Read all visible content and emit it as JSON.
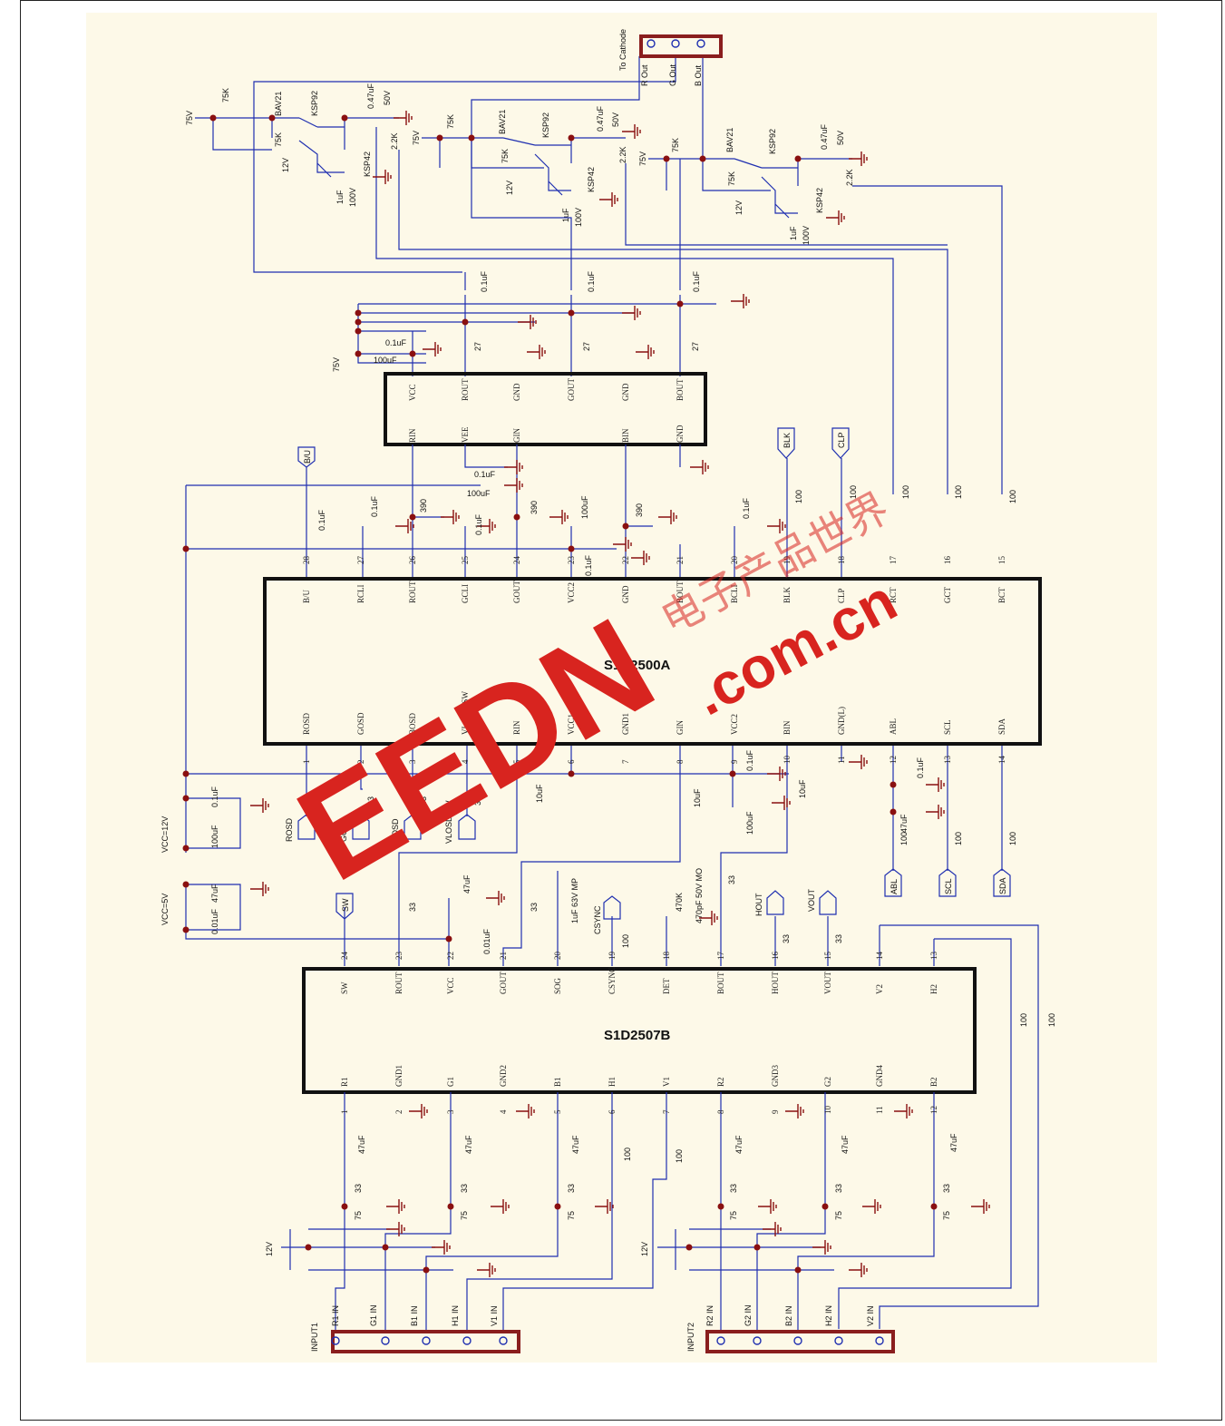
{
  "chips": {
    "ic1": {
      "name": "S1D2500A",
      "top_pins": [
        {
          "n": "28",
          "name": "B/U"
        },
        {
          "n": "27",
          "name": "RCLI"
        },
        {
          "n": "26",
          "name": "ROUT"
        },
        {
          "n": "25",
          "name": "GCLI"
        },
        {
          "n": "24",
          "name": "GOUT"
        },
        {
          "n": "23",
          "name": "VCC2"
        },
        {
          "n": "22",
          "name": "GND"
        },
        {
          "n": "21",
          "name": "BOUT"
        },
        {
          "n": "20",
          "name": "BCLI"
        },
        {
          "n": "19",
          "name": "BLK"
        },
        {
          "n": "18",
          "name": "CLP"
        },
        {
          "n": "17",
          "name": "RCT"
        },
        {
          "n": "16",
          "name": "GCT"
        },
        {
          "n": "15",
          "name": "BCT"
        }
      ],
      "bottom_pins": [
        {
          "n": "1",
          "name": "ROSD"
        },
        {
          "n": "2",
          "name": "GOSD"
        },
        {
          "n": "3",
          "name": "BOSD"
        },
        {
          "n": "4",
          "name": "VLOSD_SW"
        },
        {
          "n": "5",
          "name": "RIN"
        },
        {
          "n": "6",
          "name": "VCC1"
        },
        {
          "n": "7",
          "name": "GND1"
        },
        {
          "n": "8",
          "name": "GIN"
        },
        {
          "n": "9",
          "name": "VCC2"
        },
        {
          "n": "10",
          "name": "BIN"
        },
        {
          "n": "11",
          "name": "GND(L)"
        },
        {
          "n": "12",
          "name": "ABL"
        },
        {
          "n": "13",
          "name": "SCL"
        },
        {
          "n": "14",
          "name": "SDA"
        }
      ]
    },
    "ic2": {
      "name": "S1D2507B",
      "top_pins": [
        {
          "n": "24",
          "name": "SW"
        },
        {
          "n": "23",
          "name": "ROUT"
        },
        {
          "n": "22",
          "name": "VCC"
        },
        {
          "n": "21",
          "name": "GOUT"
        },
        {
          "n": "20",
          "name": "SOG"
        },
        {
          "n": "19",
          "name": "CSYNC"
        },
        {
          "n": "18",
          "name": "DET"
        },
        {
          "n": "17",
          "name": "BOUT"
        },
        {
          "n": "16",
          "name": "HOUT"
        },
        {
          "n": "15",
          "name": "VOUT"
        },
        {
          "n": "14",
          "name": "V2"
        },
        {
          "n": "13",
          "name": "H2"
        }
      ],
      "bottom_pins": [
        {
          "n": "1",
          "name": "R1"
        },
        {
          "n": "2",
          "name": "GND1"
        },
        {
          "n": "3",
          "name": "G1"
        },
        {
          "n": "4",
          "name": "GND2"
        },
        {
          "n": "5",
          "name": "B1"
        },
        {
          "n": "6",
          "name": "H1"
        },
        {
          "n": "7",
          "name": "V1"
        },
        {
          "n": "8",
          "name": "R2"
        },
        {
          "n": "9",
          "name": "GND3"
        },
        {
          "n": "10",
          "name": "G2"
        },
        {
          "n": "11",
          "name": "GND4"
        },
        {
          "n": "12",
          "name": "B2"
        }
      ]
    },
    "amp": {
      "top_pins": [
        "VCC",
        "ROUT",
        "GND",
        "GOUT",
        "GND",
        "BOUT"
      ],
      "bottom_pins": [
        "RIN",
        "VEE",
        "GIN",
        "BIN",
        "GND"
      ]
    }
  },
  "connectors": {
    "cathode": {
      "title": "To Cathode",
      "pins": [
        "R Out",
        "G Out",
        "B Out"
      ]
    },
    "input1": {
      "title": "INPUT1",
      "pins": [
        "R1 IN",
        "G1 IN",
        "B1 IN",
        "H1 IN",
        "V1 IN"
      ]
    },
    "input2": {
      "title": "INPUT2",
      "pins": [
        "R2 IN",
        "G2 IN",
        "B2 IN",
        "H2 IN",
        "V2 IN"
      ]
    }
  },
  "signals": {
    "blk": "BLK",
    "clp": "CLP",
    "abl": "ABL",
    "scl": "SCL",
    "sda": "SDA",
    "bu": "B/U",
    "sw": "SW",
    "csync": "CSYNC",
    "hout": "HOUT",
    "vout": "VOUT",
    "rosd": "ROSD",
    "gosd": "GOSD",
    "bosd": "BOSD",
    "vlosd": "VLOSD SW"
  },
  "supplies": {
    "v75": "75V",
    "v12": "12V",
    "vcc12": "VCC=12V",
    "vcc5": "VCC=5V"
  },
  "components": {
    "r75k": "75K",
    "bav21": "BAV21",
    "ksp92": "KSP92",
    "ksp42": "KSP42",
    "c047": "0.47uF",
    "v50": "50V",
    "r22k": "2.2K",
    "c1uf": "1uF",
    "v100": "100V",
    "c01": "0.1uF",
    "r27": "27",
    "c100uf": "100uF",
    "r390": "390",
    "r100": "100",
    "r33": "33",
    "c10uf": "10uF",
    "c47uf": "47uF",
    "c001": "0.01uF",
    "c1uf63": "1uF 63V MP",
    "r470k": "470K",
    "c470p": "470pF 50V MO",
    "r75": "75"
  },
  "watermark": {
    "brand": "EEDN",
    "domain": ".com.cn",
    "cn": "电子产品世界"
  }
}
